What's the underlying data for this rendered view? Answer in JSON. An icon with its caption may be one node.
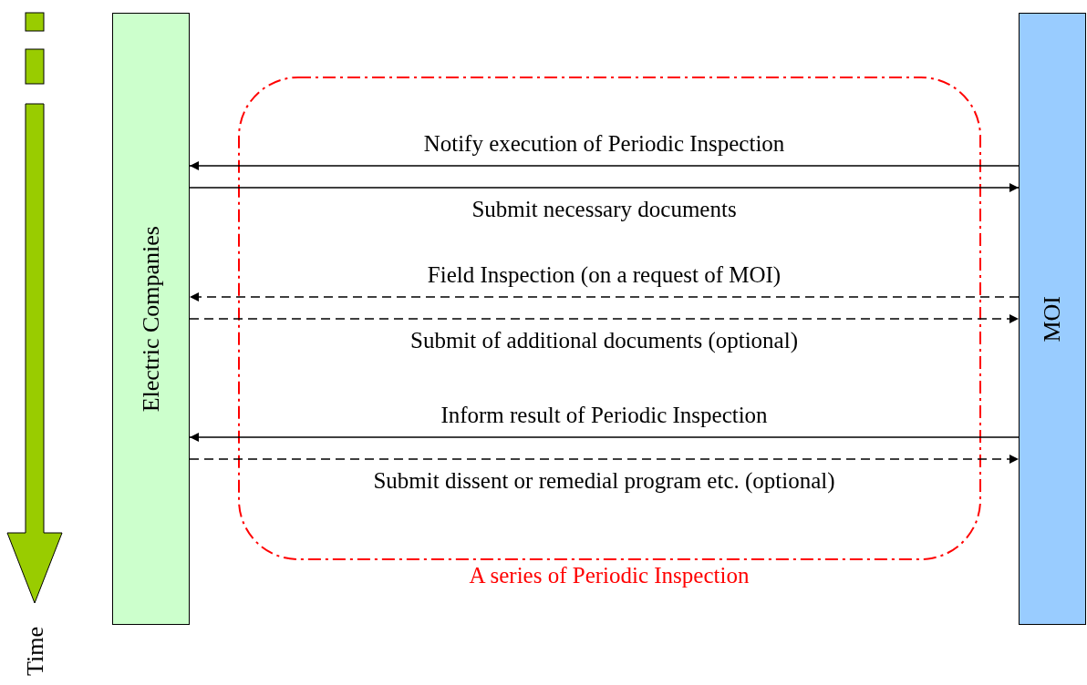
{
  "diagram": {
    "nodes": [
      {
        "text": [
          "Electric Companies"
        ]
      },
      {
        "text": [
          "MOI"
        ]
      }
    ],
    "edges": [
      {
        "from": 1,
        "to": 0,
        "arrow": "to",
        "label": "Notify execution of Periodic Inspection"
      },
      {
        "from": 0,
        "to": 1,
        "arrow": "to",
        "label": "Submit necessary documents"
      },
      {
        "from": 1,
        "to": 0,
        "arrow": "to",
        "label": "Field Inspection (on a request of MOI)",
        "style": "dashed"
      },
      {
        "from": 0,
        "to": 1,
        "arrow": "to",
        "label": "Submit of additional documents (optional)",
        "style": "dashed"
      },
      {
        "from": 1,
        "to": 0,
        "arrow": "to",
        "label": "Inform result of Periodic Inspection"
      },
      {
        "from": 0,
        "to": 1,
        "arrow": "to",
        "label": "Submit dissent or remedial program etc. (optional)",
        "style": "dashed"
      }
    ],
    "labels": [
      "A series of Periodic Inspection",
      "Time"
    ]
  }
}
